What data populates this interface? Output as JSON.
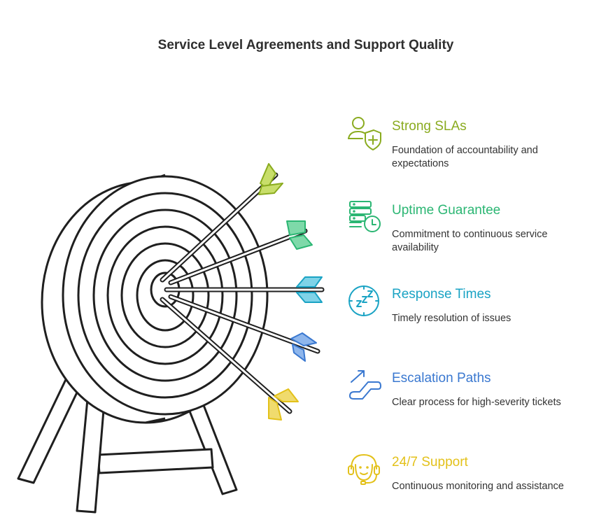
{
  "title": "Service Level Agreements and Support Quality",
  "items": [
    {
      "heading": "Strong SLAs",
      "description": "Foundation of accountability and expectations",
      "color": "#8aab1f",
      "icon": "user-shield-icon"
    },
    {
      "heading": "Uptime Guarantee",
      "description": "Commitment to continuous service availability",
      "color": "#2bb673",
      "icon": "server-clock-icon"
    },
    {
      "heading": "Response Times",
      "description": "Timely resolution of issues",
      "color": "#1aa3c4",
      "icon": "sleep-timer-icon"
    },
    {
      "heading": "Escalation Paths",
      "description": "Clear process for high-severity tickets",
      "color": "#3a78d0",
      "icon": "escalator-icon"
    },
    {
      "heading": "24/7 Support",
      "description": "Continuous monitoring and assistance",
      "color": "#e3c11a",
      "icon": "headset-icon"
    }
  ]
}
